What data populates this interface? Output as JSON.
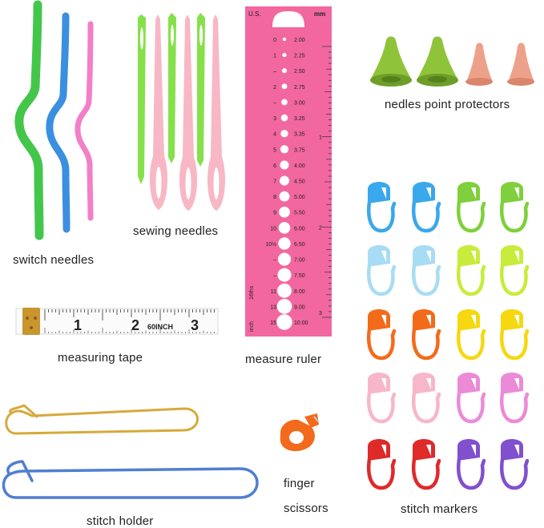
{
  "labels": {
    "switch_needles": "switch needles",
    "sewing_needles": "sewing needles",
    "measure_ruler": "measure ruler",
    "point_protectors": "nedles point protectors",
    "measuring_tape": "measuring tape",
    "stitch_holder": "stitch holder",
    "finger_scissors_1": "finger",
    "finger_scissors_2": "scissors",
    "stitch_markers": "stitch markers"
  },
  "ruler": {
    "left_unit": "U.S.",
    "right_unit": "mm",
    "bottom_left": "inch",
    "side_label": "16ths",
    "rows": [
      {
        "us": "0",
        "mm": "2.00"
      },
      {
        "us": "1",
        "mm": "2.25"
      },
      {
        "us": "–",
        "mm": "2.50"
      },
      {
        "us": "2",
        "mm": "2.75"
      },
      {
        "us": "–",
        "mm": "3.00"
      },
      {
        "us": "3",
        "mm": "3.25"
      },
      {
        "us": "4",
        "mm": "3.35"
      },
      {
        "us": "5",
        "mm": "3.75"
      },
      {
        "us": "6",
        "mm": "4.00"
      },
      {
        "us": "7",
        "mm": "4.50"
      },
      {
        "us": "8",
        "mm": "5.00"
      },
      {
        "us": "9",
        "mm": "5.50"
      },
      {
        "us": "10",
        "mm": "6.00"
      },
      {
        "us": "10½",
        "mm": "6.50"
      },
      {
        "us": "–",
        "mm": "7.00"
      },
      {
        "us": "–",
        "mm": "7.50"
      },
      {
        "us": "11",
        "mm": "8.00"
      },
      {
        "us": "13",
        "mm": "9.00"
      },
      {
        "us": "15",
        "mm": "10.00"
      }
    ],
    "inch_marks": [
      "1",
      "2",
      "3"
    ]
  },
  "tape": {
    "numbers": [
      "1",
      "2",
      "3"
    ],
    "sub_label": "60INCH"
  },
  "colors": {
    "ruler_pink": "#f2679f",
    "switch_green": "#44c64b",
    "switch_blue": "#3b8fe0",
    "switch_pink": "#f37fc8",
    "needle_green": "#86e04a",
    "needle_pink": "#f8b7c5",
    "protector_green": "#8fc43a",
    "protector_peach": "#eea18a",
    "holder_gold": "#d7a93b",
    "holder_blue": "#4f7fd0",
    "scissors_orange": "#f36a1c"
  },
  "marker_colors": [
    [
      "#3aa8ec",
      "#3aa8ec",
      "#7fd03c",
      "#7fd03c"
    ],
    [
      "#a8dcf4",
      "#a8dcf4",
      "#c7ec3a",
      "#c7ec3a"
    ],
    [
      "#f36b1a",
      "#f36b1a",
      "#f5d80f",
      "#f5d80f"
    ],
    [
      "#f7b7c8",
      "#f7b7c8",
      "#ec8ad8",
      "#ec8ad8"
    ],
    [
      "#df2a2a",
      "#df2a2a",
      "#8050cf",
      "#8050cf"
    ]
  ]
}
